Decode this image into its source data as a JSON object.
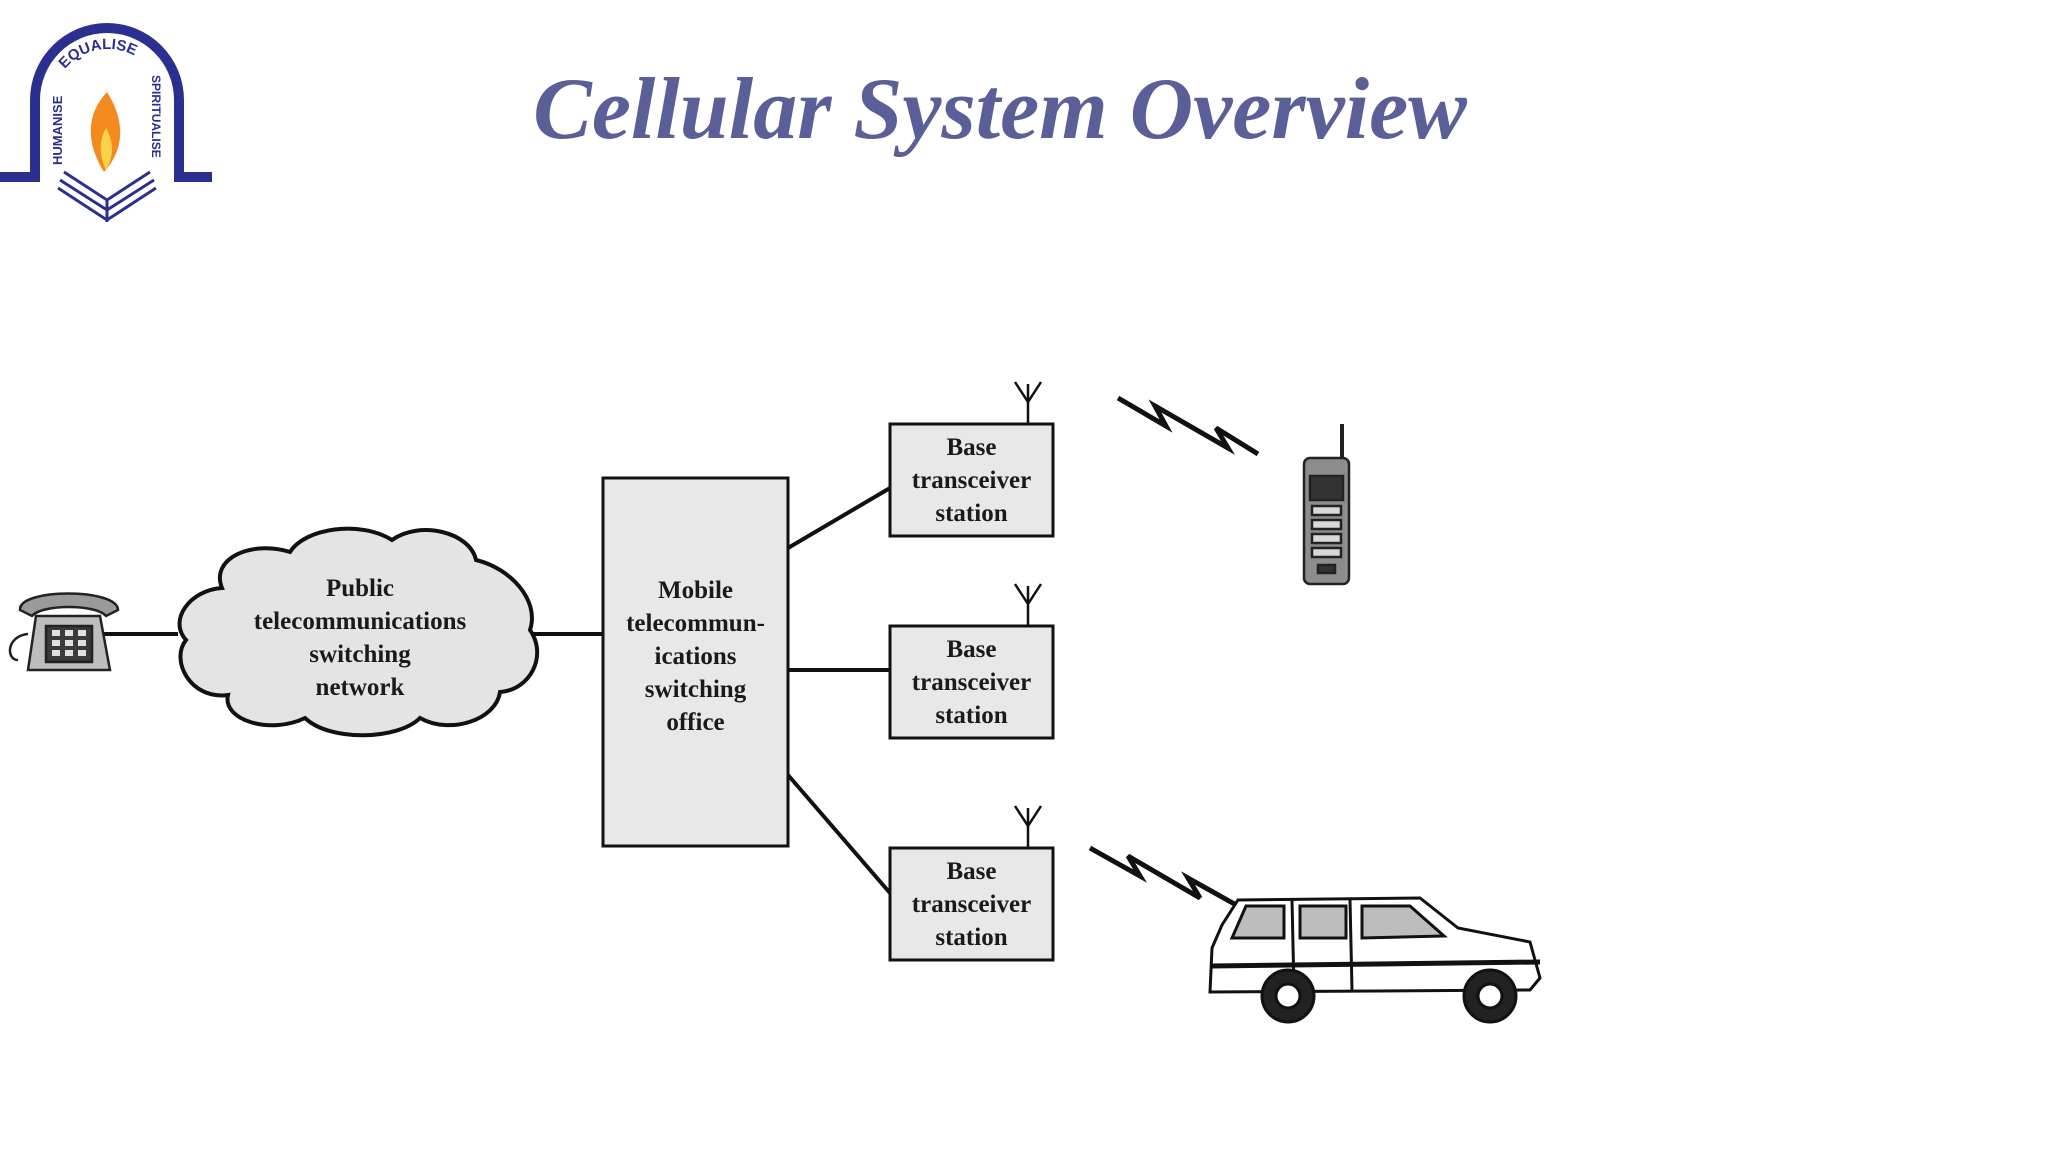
{
  "slide": {
    "title": "Cellular System Overview",
    "title_color": "#5b5f97"
  },
  "logo": {
    "text_left": "HUMANISE",
    "text_top": "EQUALISE",
    "text_right": "SPIRITUALISE",
    "color": "#2b2f8f"
  },
  "diagram": {
    "cloud": {
      "lines": [
        "Public",
        "telecommunications",
        "switching",
        "network"
      ]
    },
    "mtso": {
      "lines": [
        "Mobile",
        "telecommun-",
        "ications",
        "switching",
        "office"
      ]
    },
    "base_stations": [
      {
        "lines": [
          "Base",
          "transceiver",
          "station"
        ]
      },
      {
        "lines": [
          "Base",
          "transceiver",
          "station"
        ]
      },
      {
        "lines": [
          "Base",
          "transceiver",
          "station"
        ]
      }
    ],
    "box_fill": "#e8e8e8"
  }
}
